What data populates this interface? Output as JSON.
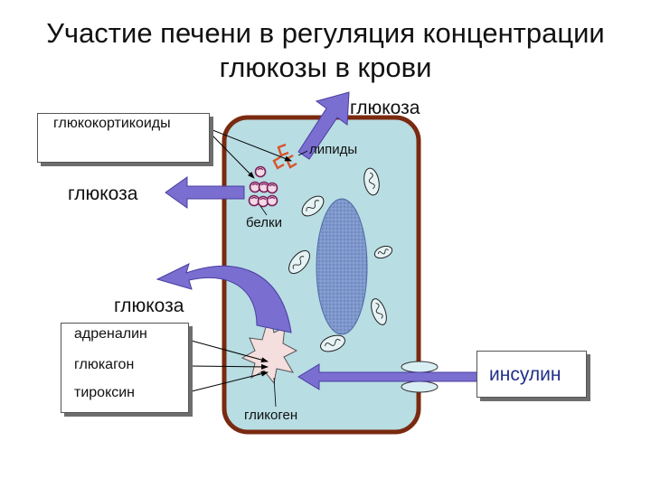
{
  "title": {
    "line1": "Участие печени в регуляция концентрации",
    "line2": "глюкозы в крови"
  },
  "labels": {
    "glucose_top": "глюкоза",
    "glucocorticoids": "глюкокортикоиды",
    "lipids": "липиды",
    "glucose_left": "глюкоза",
    "proteins": "белки",
    "glucose_middle": "глюкоза",
    "adrenaline": "адреналин",
    "glucagon": "глюкагон",
    "thyroxine": "тироксин",
    "insulin": "инсулин",
    "glycogen": "гликоген"
  },
  "colors": {
    "cell_fill": "#b8dde3",
    "cell_border": "#7a2a10",
    "arrow_fill": "#7a6ed0",
    "nucleus_fill": "#7a93c8",
    "protein_color": "#7a1e5a",
    "lipid_color": "#d8542a",
    "glycogen_fill": "#f5dede",
    "insulin_text": "#223088",
    "label_text": "#111111"
  }
}
